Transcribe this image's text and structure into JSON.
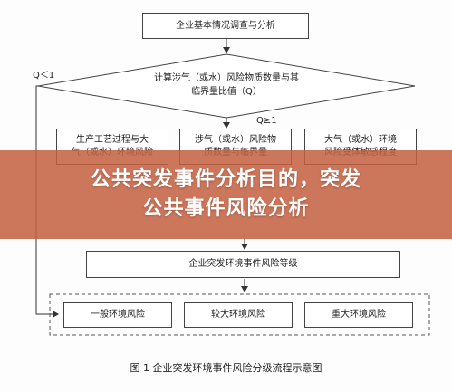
{
  "flowchart": {
    "top_box": "企业基本情况调查与分析",
    "decision": {
      "line1": "计算涉气（或水）风险物质数量与其",
      "line2": "临界量比值（Q）"
    },
    "label_q_less": "Q＜1",
    "label_q_ge": "Q≥1",
    "factor_left": {
      "line1": "生产工艺过程与大",
      "line2": "气（或水）环境风险"
    },
    "factor_middle": {
      "line1": "涉气（或水）风险物",
      "line2": "质数量与临界量"
    },
    "factor_right": {
      "line1": "大气（或水）环境",
      "line2": "风险受体敏感程度"
    },
    "grading_box": "企业突发环境事件风险等级",
    "levels": [
      "一般环境风险",
      "较大环境风险",
      "重大环境风险"
    ]
  },
  "banner": {
    "line1": "公共突发事件分析目的，突发",
    "line2": "公共事件风险分析"
  },
  "caption": "图 1   企业突发环境事件风险分级流程示意图"
}
